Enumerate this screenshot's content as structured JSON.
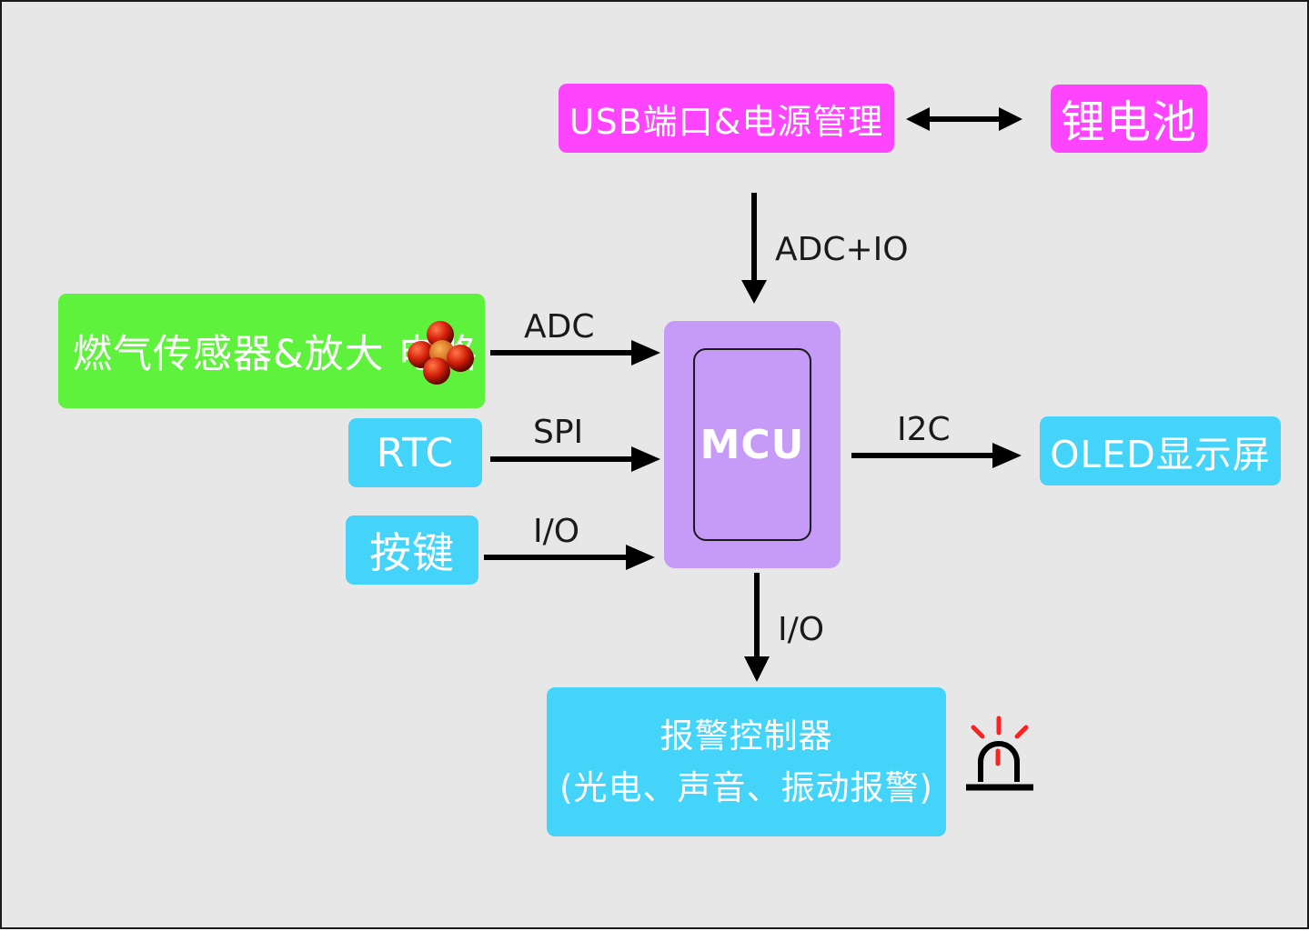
{
  "blocks": {
    "usb_power": "USB端口&电源管理",
    "battery": "锂电池",
    "gas_sensor": "燃气传感器&放大 电路",
    "rtc": "RTC",
    "keys": "按键",
    "mcu": "MCU",
    "oled": "OLED显示屏",
    "alarm_controller": "报警控制器",
    "alarm_types": "(光电、声音、振动报警)"
  },
  "links": {
    "power_to_mcu": "ADC+IO",
    "gas_to_mcu": "ADC",
    "rtc_to_mcu": "SPI",
    "keys_to_mcu": "I/O",
    "mcu_to_oled": "I2C",
    "mcu_to_alarm": "I/O"
  },
  "colors": {
    "pink_block": "#ff44ff",
    "cyan_block": "#44d4fa",
    "green_block": "#5ff23c",
    "mcu_block": "#c69bf8",
    "background": "#e7e7e7",
    "molecule": "#d63a10",
    "siren_light": "#ff2020"
  },
  "icons": {
    "gas_sensor": "gas-molecule-icon",
    "alarm": "siren-icon"
  }
}
